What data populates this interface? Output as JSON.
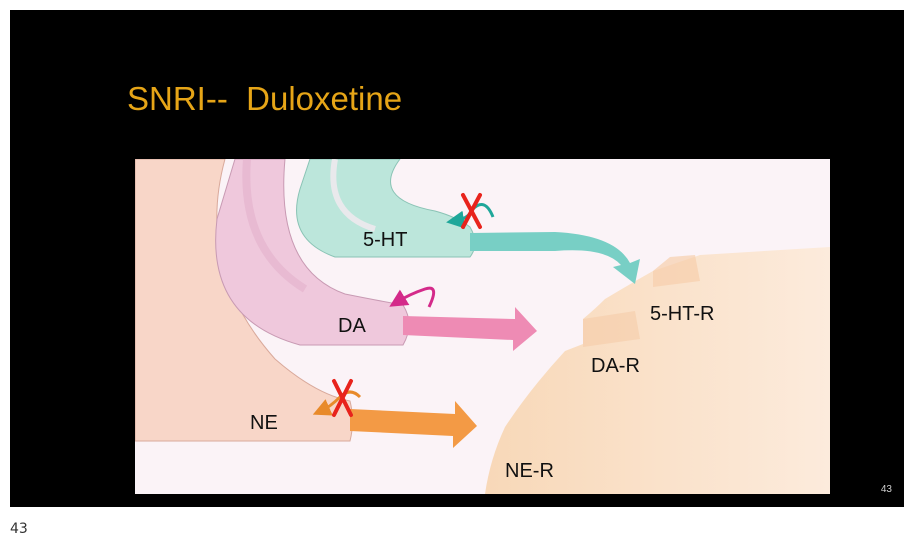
{
  "slide": {
    "title": "SNRI--  Duloxetine",
    "slide_number": "43"
  },
  "page_number": "43",
  "diagram": {
    "presynaptic_labels": {
      "serotonin": "5-HT",
      "dopamine": "DA",
      "norepinephrine": "NE"
    },
    "receptor_labels": {
      "serotonin_receptor": "5-HT-R",
      "dopamine_receptor": "DA-R",
      "norepinephrine_receptor": "NE-R"
    },
    "colors": {
      "serotonin": "#77cfc4",
      "dopamine": "#ef8ab5",
      "norepinephrine": "#f39a45",
      "reuptake_block": "#e8231c",
      "serotonin_terminal": "#b9e6da",
      "dopamine_terminal": "#efc6dc",
      "norepinephrine_terminal": "#f8d6c6",
      "postsynaptic": "#f9dcc0"
    },
    "reuptake_blocked": [
      "5-HT",
      "NE"
    ],
    "reuptake_active": [
      "DA"
    ]
  }
}
